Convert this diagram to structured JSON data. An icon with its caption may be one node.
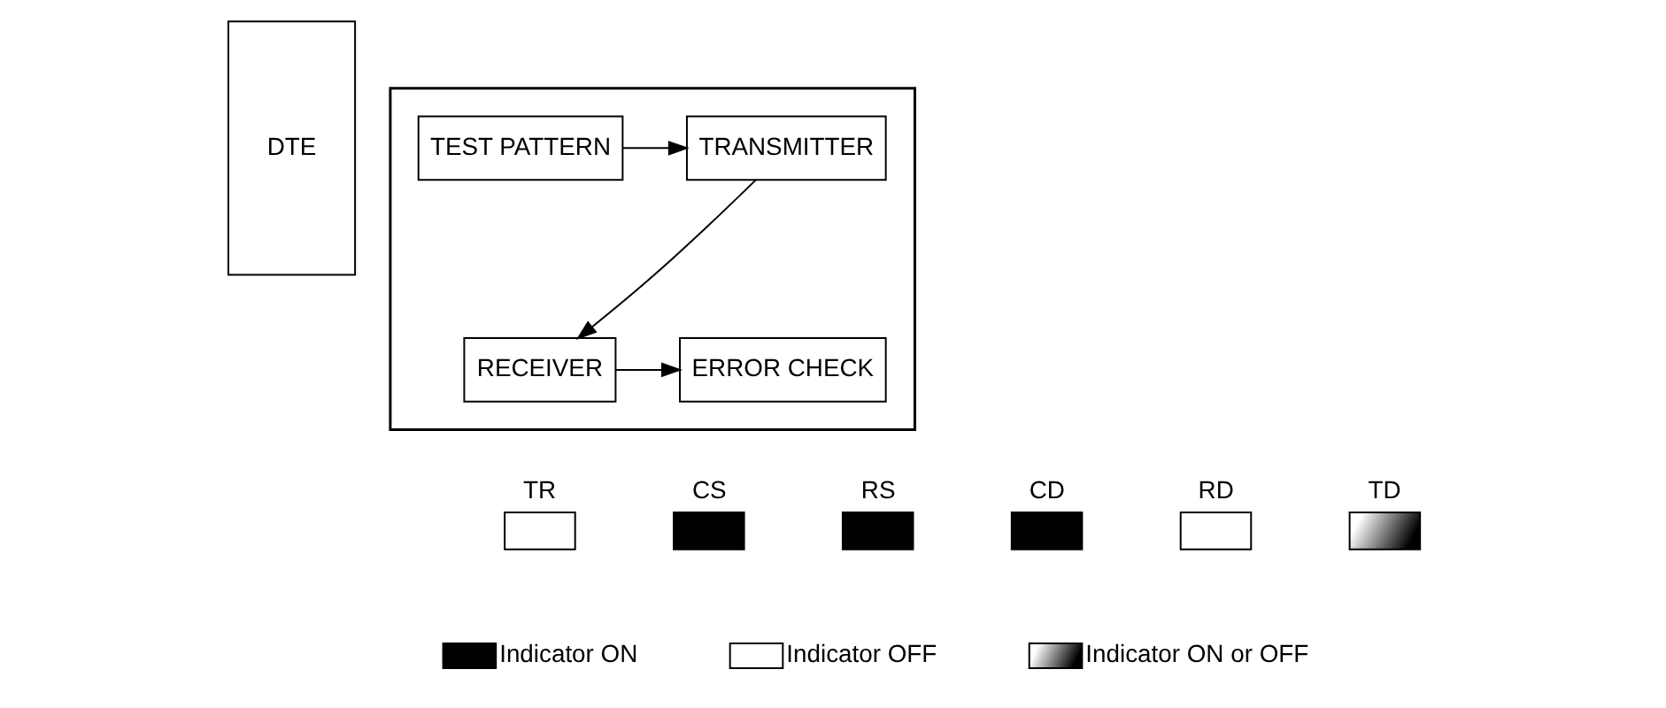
{
  "diagram": {
    "nodes": [
      {
        "text": [
          "DTE"
        ]
      },
      {
        "text": [],
        "shape": "box"
      },
      {
        "text": [
          "TEST PATTERN"
        ],
        "in": 1
      },
      {
        "text": [
          "TRANSMITTER"
        ],
        "in": 1
      },
      {
        "text": [
          "ERROR CHECK"
        ],
        "in": 1
      },
      {
        "text": [
          "RECEIVER"
        ],
        "in": 1
      },
      {
        "text": [
          "TR"
        ]
      },
      {
        "text": [
          "CS"
        ]
      },
      {
        "text": [
          "RS"
        ]
      },
      {
        "text": [
          "CD"
        ]
      },
      {
        "text": [
          "RD"
        ]
      },
      {
        "text": [
          "TD"
        ]
      }
    ],
    "edges": [
      {
        "from": 2,
        "to": 3,
        "arrow": "to"
      },
      {
        "from": 3,
        "to": 5,
        "arrow": "to"
      },
      {
        "from": 5,
        "to": 4,
        "arrow": "to"
      }
    ],
    "legend": [
      {
        "text": "Indicator ON",
        "color": "#000000"
      },
      {
        "text": "Indicator OFF",
        "color": "#ffffff"
      },
      {
        "text": "Indicator ON or OFF"
      }
    ]
  }
}
